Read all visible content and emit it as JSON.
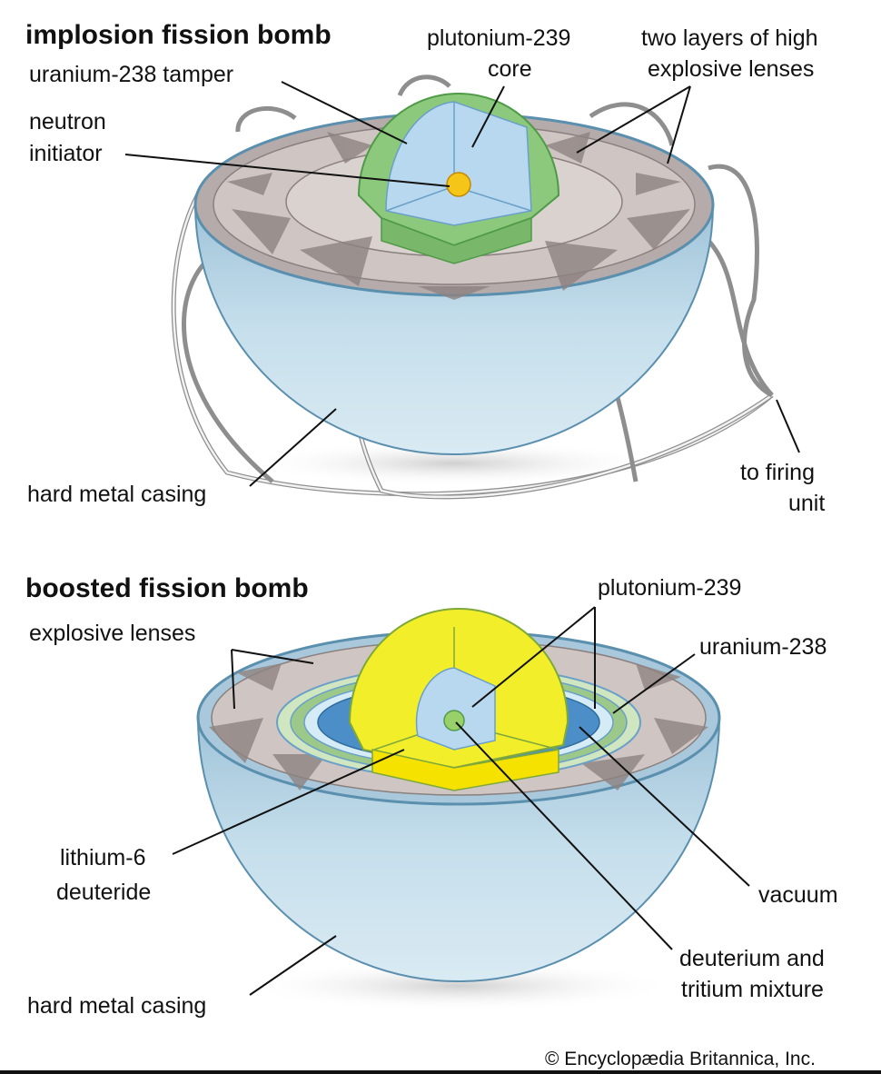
{
  "top": {
    "title": "implosion fission bomb",
    "labels": {
      "tamper": "uranium-238 tamper",
      "core": [
        "plutonium-239",
        "core"
      ],
      "initiator": [
        "neutron",
        "initiator"
      ],
      "lenses": [
        "two layers of high",
        "explosive lenses"
      ],
      "casing": "hard metal casing",
      "firing": [
        "to firing",
        "unit"
      ]
    }
  },
  "bottom": {
    "title": "boosted fission bomb",
    "labels": {
      "lenses": "explosive lenses",
      "plutonium": "plutonium-239",
      "uranium": "uranium-238",
      "lithium": [
        "lithium-6",
        "deuteride"
      ],
      "vacuum": "vacuum",
      "dt": [
        "deuterium and",
        "tritium mixture"
      ],
      "casing": "hard metal casing"
    }
  },
  "credit": "© Encyclopædia Britannica, Inc.",
  "colors": {
    "casing": "#b9d7e8",
    "lens": "#b3a8a4",
    "tamper": "#8ccb7c",
    "core": "#b8d8f0",
    "yellow": "#f2ee2a"
  }
}
